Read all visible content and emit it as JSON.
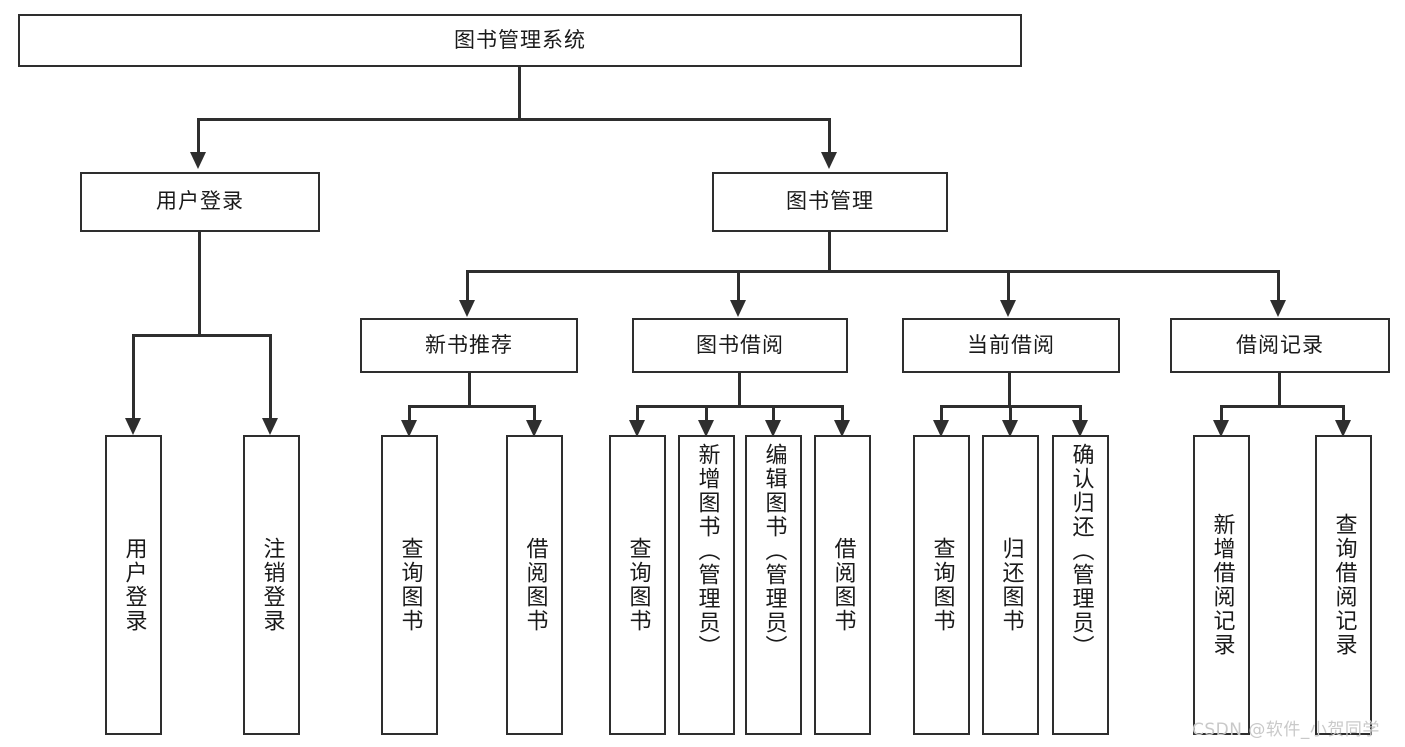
{
  "diagram": {
    "type": "tree-hierarchy",
    "title": "图书管理系统",
    "root": {
      "label": "图书管理系统"
    },
    "level2": [
      {
        "label": "用户登录"
      },
      {
        "label": "图书管理"
      }
    ],
    "level3": [
      {
        "label": "新书推荐"
      },
      {
        "label": "图书借阅"
      },
      {
        "label": "当前借阅"
      },
      {
        "label": "借阅记录"
      }
    ],
    "leaves": {
      "user_login": [
        {
          "label": "用户登录"
        },
        {
          "label": "注销登录"
        }
      ],
      "new_book_recommend": [
        {
          "label": "查询图书"
        },
        {
          "label": "借阅图书"
        }
      ],
      "book_borrow": [
        {
          "label": "查询图书"
        },
        {
          "label": "新增图书（管理员）"
        },
        {
          "label": "编辑图书（管理员）"
        },
        {
          "label": "借阅图书"
        }
      ],
      "current_borrow": [
        {
          "label": "查询图书"
        },
        {
          "label": "归还图书"
        },
        {
          "label": "确认归还（管理员）"
        }
      ],
      "borrow_record": [
        {
          "label": "新增借阅记录"
        },
        {
          "label": "查询借阅记录"
        }
      ]
    }
  },
  "watermark": {
    "text": "CSDN @软件_小贺同学"
  },
  "colors": {
    "stroke": "#2e2e2e",
    "box_fill": "#ffffff",
    "text": "#1a1a1a",
    "watermark": "#c9c9c9",
    "background": "#ffffff"
  }
}
